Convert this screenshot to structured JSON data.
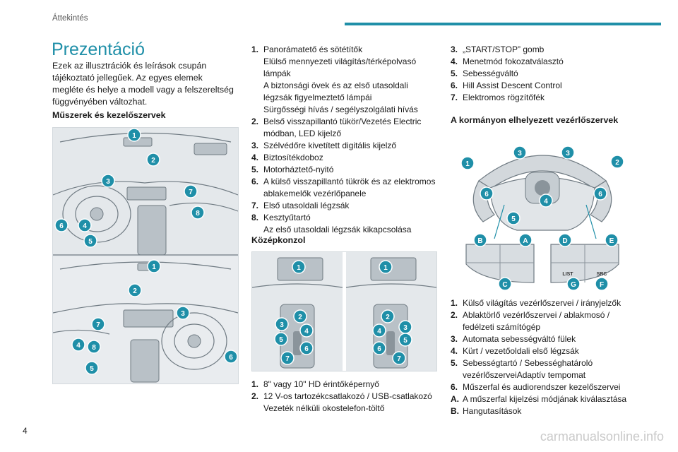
{
  "header": {
    "section": "Áttekintés"
  },
  "title": "Prezentáció",
  "intro": [
    "Ezek az illusztrációk és leírások csupán",
    "tájékoztató jellegűek. Az egyes elemek",
    "megléte és helye a modell vagy a felszereltség",
    "függvényében változhat."
  ],
  "instruments": {
    "heading": "Műszerek és kezelőszervek",
    "callouts": [
      "1",
      "2",
      "3",
      "7",
      "8",
      "6",
      "4",
      "5",
      "1",
      "2",
      "3",
      "7",
      "4",
      "8",
      "6",
      "5"
    ],
    "items": [
      {
        "num": "1.",
        "lines": [
          "Panorámatető és sötétítők",
          "Elülső mennyezeti világítás/térképolvasó",
          "lámpák",
          "A biztonsági övek és az első utasoldali",
          "légzsák figyelmeztető lámpái",
          "Sürgősségi hívás / segélyszolgálati hívás"
        ]
      },
      {
        "num": "2.",
        "lines": [
          "Belső visszapillantó tükör/Vezetés Electric",
          "módban, LED kijelző"
        ]
      },
      {
        "num": "3.",
        "lines": [
          "Szélvédőre kivetített digitális kijelző"
        ]
      },
      {
        "num": "4.",
        "lines": [
          "Biztosítékdoboz"
        ]
      },
      {
        "num": "5.",
        "lines": [
          "Motorháztető-nyitó"
        ]
      },
      {
        "num": "6.",
        "lines": [
          "A külső visszapillantó tükrök és az elektromos",
          "ablakemelők vezérlőpanele"
        ]
      },
      {
        "num": "7.",
        "lines": [
          "Első utasoldali légzsák"
        ]
      },
      {
        "num": "8.",
        "lines": [
          "Kesztyűtartó",
          "Az első utasoldali légzsák kikapcsolása"
        ]
      }
    ]
  },
  "console": {
    "heading": "Középkonzol",
    "callouts": [
      "1",
      "2",
      "3",
      "4",
      "5",
      "6",
      "7",
      "1",
      "2",
      "4",
      "3",
      "5",
      "6",
      "7"
    ],
    "items": [
      {
        "num": "1.",
        "lines": [
          "8\" vagy 10\" HD érintőképernyő"
        ]
      },
      {
        "num": "2.",
        "lines": [
          "12 V-os tartozékcsatlakozó / USB-csatlakozó",
          "Vezeték nélküli okostelefon-töltő"
        ]
      },
      {
        "num": "3.",
        "lines": [
          "„START/STOP” gomb"
        ]
      },
      {
        "num": "4.",
        "lines": [
          "Menetmód fokozatválasztó"
        ]
      },
      {
        "num": "5.",
        "lines": [
          "Sebességváltó"
        ]
      },
      {
        "num": "6.",
        "lines": [
          "Hill Assist Descent Control"
        ]
      },
      {
        "num": "7.",
        "lines": [
          "Elektromos rögzítőfék"
        ]
      }
    ]
  },
  "steering": {
    "heading": "A kormányon elhelyezett vezérlőszervek",
    "callouts": [
      "1",
      "3",
      "3",
      "2",
      "6",
      "6",
      "4",
      "5",
      "B",
      "A",
      "D",
      "E",
      "C",
      "G",
      "F"
    ],
    "switch_labels": [
      "LIST",
      "SRC"
    ],
    "items": [
      {
        "num": "1.",
        "lines": [
          "Külső világítás vezérlőszervei / irányjelzők"
        ]
      },
      {
        "num": "2.",
        "lines": [
          "Ablaktörlő vezérlőszervei / ablakmosó /",
          "fedélzeti számítógép"
        ]
      },
      {
        "num": "3.",
        "lines": [
          "Automata sebességváltó fülek"
        ]
      },
      {
        "num": "4.",
        "lines": [
          "Kürt / vezetőoldali első légzsák"
        ]
      },
      {
        "num": "5.",
        "lines": [
          "Sebességtartó / Sebességhatároló",
          "vezérlőszerveiAdaptív tempomat"
        ]
      },
      {
        "num": "6.",
        "lines": [
          "Műszerfal és audiorendszer kezelőszervei"
        ]
      },
      {
        "num": "A.",
        "lines": [
          "A műszerfal kijelzési módjának kiválasztása"
        ]
      },
      {
        "num": "B.",
        "lines": [
          "Hangutasítások"
        ]
      }
    ]
  },
  "footer": {
    "page": "4",
    "watermark": "carmanualsonline.info"
  }
}
